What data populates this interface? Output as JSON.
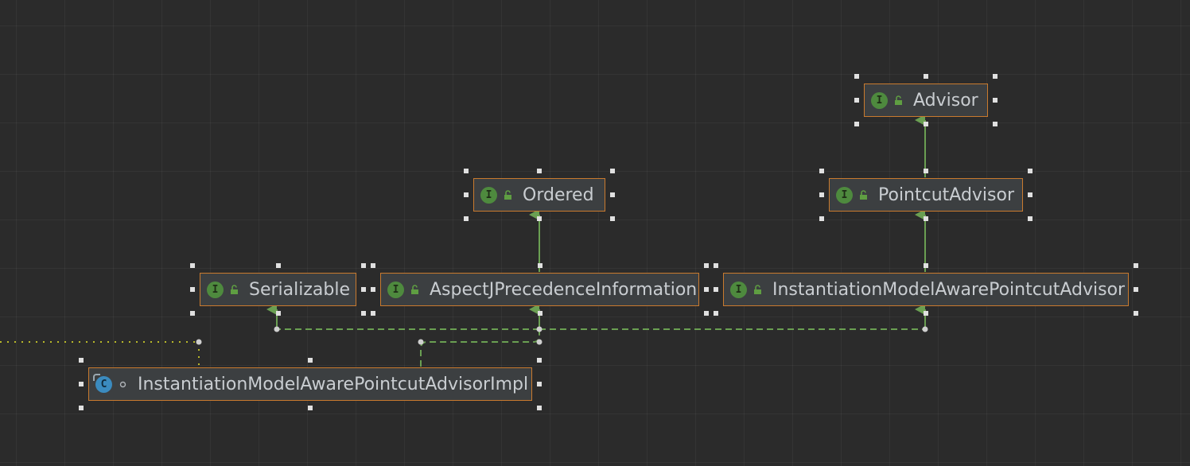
{
  "diagram": {
    "nodes": [
      {
        "id": "advisor",
        "label": "Advisor",
        "kind": "interface",
        "badge": "I"
      },
      {
        "id": "ordered",
        "label": "Ordered",
        "kind": "interface",
        "badge": "I"
      },
      {
        "id": "pointcut-advisor",
        "label": "PointcutAdvisor",
        "kind": "interface",
        "badge": "I"
      },
      {
        "id": "serializable",
        "label": "Serializable",
        "kind": "interface",
        "badge": "I"
      },
      {
        "id": "aspectj-precedence",
        "label": "AspectJPrecedenceInformation",
        "kind": "interface",
        "badge": "I"
      },
      {
        "id": "imapa",
        "label": "InstantiationModelAwarePointcutAdvisor",
        "kind": "interface",
        "badge": "I"
      },
      {
        "id": "imapa-impl",
        "label": "InstantiationModelAwarePointcutAdvisorImpl",
        "kind": "class",
        "badge": "C"
      }
    ],
    "edges": [
      {
        "from": "pointcut-advisor",
        "to": "advisor",
        "type": "extends"
      },
      {
        "from": "aspectj-precedence",
        "to": "ordered",
        "type": "extends"
      },
      {
        "from": "imapa",
        "to": "pointcut-advisor",
        "type": "extends"
      },
      {
        "from": "imapa-impl",
        "to": "serializable",
        "type": "implements"
      },
      {
        "from": "imapa-impl",
        "to": "aspectj-precedence",
        "type": "implements"
      },
      {
        "from": "imapa-impl",
        "to": "imapa",
        "type": "implements"
      }
    ],
    "colors": {
      "background": "#2b2b2b",
      "node_fill": "#3c3f41",
      "node_border": "#c97a2e",
      "text": "#c9cdd1",
      "interface_badge": "#4e8a3e",
      "class_badge": "#3b8bbf",
      "edge": "#6a9f52",
      "dotted_link": "#b8b82a"
    },
    "icons": {
      "interface": "interface-icon",
      "class": "class-icon",
      "public": "unlocked-icon",
      "package_private": "circle-icon"
    }
  }
}
